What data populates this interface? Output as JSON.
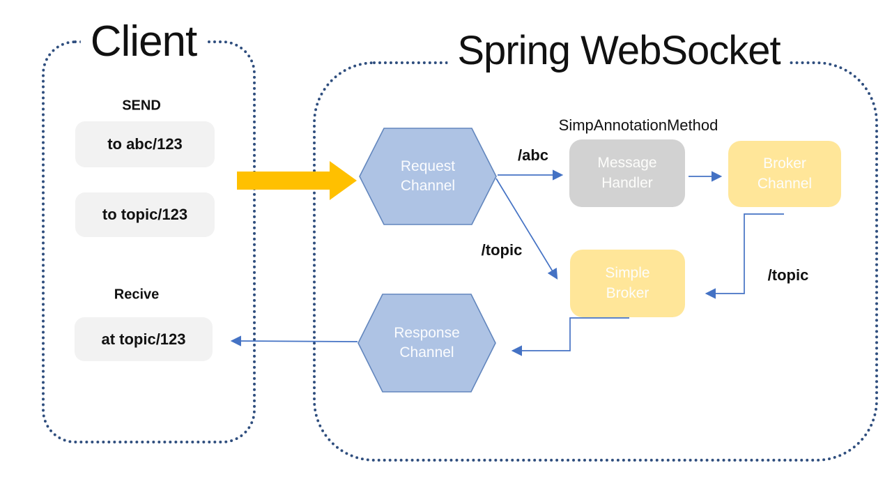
{
  "diagram": {
    "client": {
      "title": "Client",
      "send_label": "SEND",
      "receive_label": "Recive",
      "messages": {
        "to_abc": "to abc/123",
        "to_topic": "to topic/123",
        "at_topic": "at topic/123"
      }
    },
    "server": {
      "title": "Spring WebSocket",
      "annotation": "SimpAnnotationMethod",
      "nodes": {
        "request_channel": "Request\nChannel",
        "response_channel": "Response\nChannel",
        "message_handler": "Message\nHandler",
        "broker_channel": "Broker\nChannel",
        "simple_broker": "Simple\nBroker"
      },
      "edge_labels": {
        "abc": "/abc",
        "topic_left": "/topic",
        "topic_right": "/topic"
      }
    },
    "colors": {
      "frame_border": "#2F4E7E",
      "connector": "#4472C4",
      "hexagon_fill": "#AEC3E4",
      "hexagon_stroke": "#6286BD",
      "message_handler_fill": "#D2D2D2",
      "broker_fill": "#FFE699",
      "client_message_fill": "#F2F2F2",
      "flow_arrow": "#FFC000"
    }
  }
}
